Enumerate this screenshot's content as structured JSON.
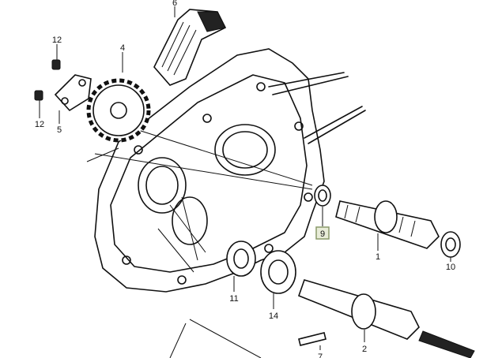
{
  "diagram": {
    "callouts": [
      {
        "id": "6",
        "label": "6"
      },
      {
        "id": "12a",
        "label": "12"
      },
      {
        "id": "4",
        "label": "4"
      },
      {
        "id": "12b",
        "label": "12"
      },
      {
        "id": "5",
        "label": "5"
      },
      {
        "id": "9",
        "label": "9",
        "highlighted": true
      },
      {
        "id": "1",
        "label": "1"
      },
      {
        "id": "10",
        "label": "10"
      },
      {
        "id": "11",
        "label": "11"
      },
      {
        "id": "14",
        "label": "14"
      },
      {
        "id": "2",
        "label": "2"
      },
      {
        "id": "7",
        "label": "7"
      }
    ],
    "highlight_colors": {
      "fill": "#e8ecd8",
      "border": "#8a9a6a"
    }
  }
}
